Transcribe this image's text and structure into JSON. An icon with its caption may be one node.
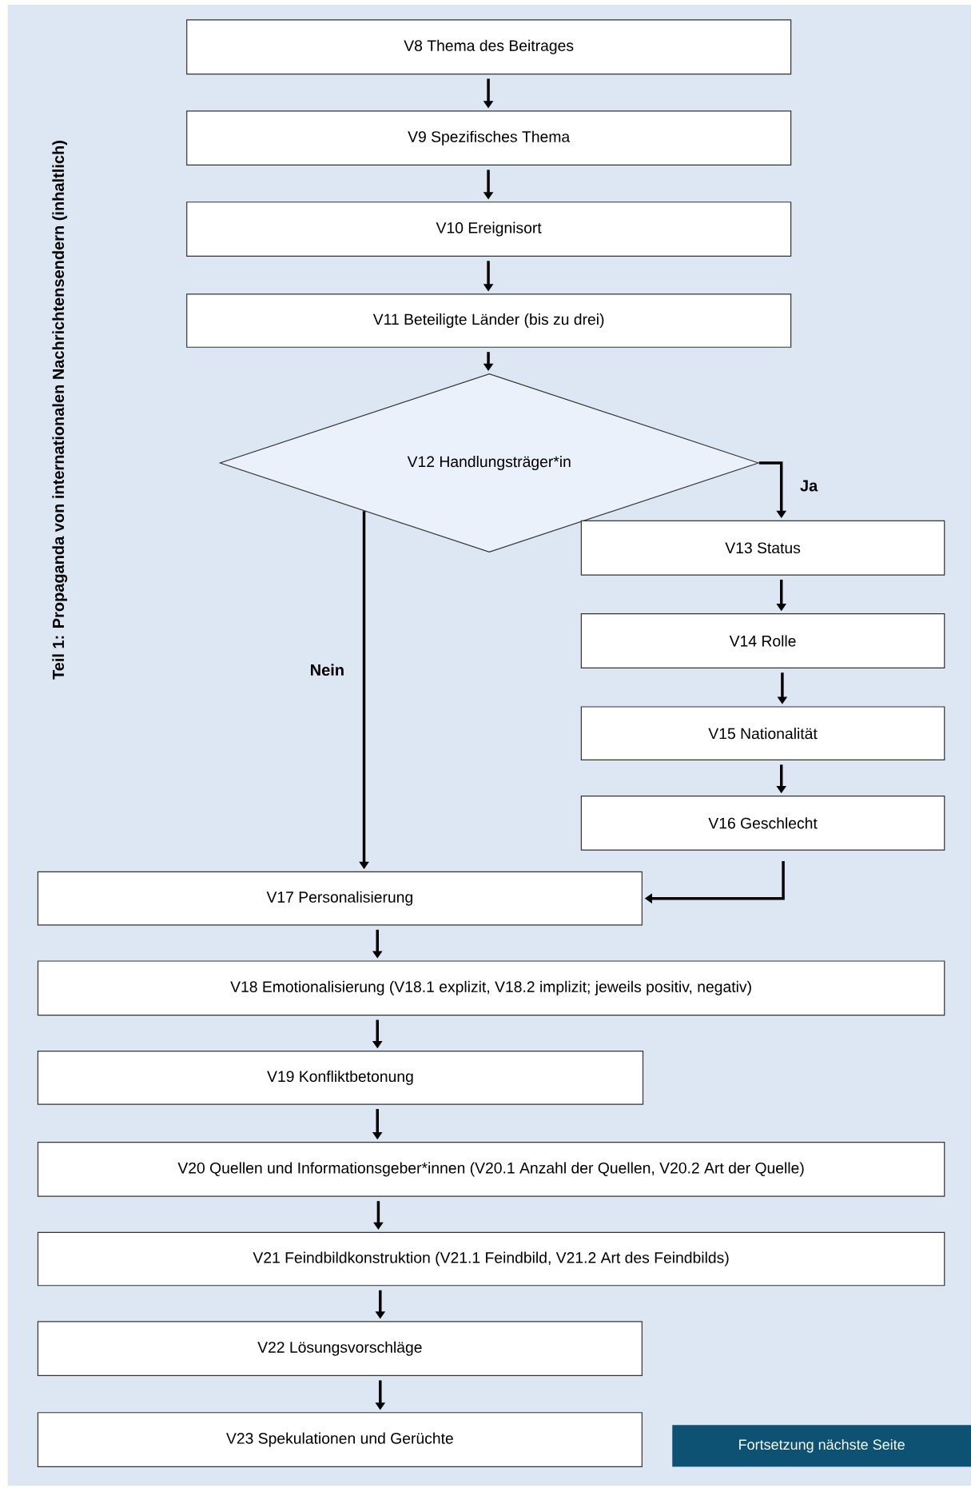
{
  "diagram": {
    "title": "Teil 1: Propaganda von internationalen Nachrichtensendern (inhaltlich)",
    "nodes": [
      {
        "text": [
          "V8 Thema des Beitrages"
        ]
      },
      {
        "text": [
          "V9 Spezifisches Thema"
        ]
      },
      {
        "text": [
          "V10 Ereignisort"
        ]
      },
      {
        "text": [
          "V11 Beteiligte Länder (bis zu drei)"
        ]
      },
      {
        "text": [
          "V12 Handlungsträger*in"
        ]
      },
      {
        "text": [
          "V13 Status"
        ]
      },
      {
        "text": [
          "V14 Rolle"
        ]
      },
      {
        "text": [
          "V15 Nationalität"
        ]
      },
      {
        "text": [
          "V16 Geschlecht"
        ]
      },
      {
        "text": [
          "V17 Personalisierung"
        ]
      },
      {
        "text": [
          "V18 Emotionalisierung (V18.1 explizit, V18.2 implizit; jeweils positiv, negativ)"
        ]
      },
      {
        "text": [
          "V19 Konfliktbetonung"
        ]
      },
      {
        "text": [
          "V20 Quellen und Informationsgeber*innen (V20.1 Anzahl der Quellen, V20.2 Art der Quelle)"
        ]
      },
      {
        "text": [
          "V21 Feindbildkonstruktion (V21.1 Feindbild, V21.2 Art des Feindbilds)"
        ]
      },
      {
        "text": [
          "V22 Lösungsvorschläge"
        ]
      },
      {
        "text": [
          "V23 Spekulationen und Gerüchte"
        ]
      },
      {
        "text": [
          "Fortsetzung nächste Seite"
        ]
      }
    ],
    "edges": [
      {
        "from": 0,
        "to": 1,
        "arrow": "to"
      },
      {
        "from": 1,
        "to": 2,
        "arrow": "to"
      },
      {
        "from": 2,
        "to": 3,
        "arrow": "to"
      },
      {
        "from": 3,
        "to": 4,
        "arrow": "to"
      },
      {
        "from": 4,
        "to": 5,
        "arrow": "to",
        "label": "Ja"
      },
      {
        "from": 4,
        "to": 9,
        "arrow": "to",
        "label": "Nein"
      },
      {
        "from": 5,
        "to": 6,
        "arrow": "to"
      },
      {
        "from": 6,
        "to": 7,
        "arrow": "to"
      },
      {
        "from": 7,
        "to": 8,
        "arrow": "to"
      },
      {
        "from": 8,
        "to": 9,
        "arrow": "to"
      },
      {
        "from": 9,
        "to": 10,
        "arrow": "to"
      },
      {
        "from": 10,
        "to": 11,
        "arrow": "to"
      },
      {
        "from": 11,
        "to": 12,
        "arrow": "to"
      },
      {
        "from": 12,
        "to": 13,
        "arrow": "to"
      },
      {
        "from": 13,
        "to": 14,
        "arrow": "to"
      },
      {
        "from": 14,
        "to": 15,
        "arrow": "to"
      }
    ]
  }
}
